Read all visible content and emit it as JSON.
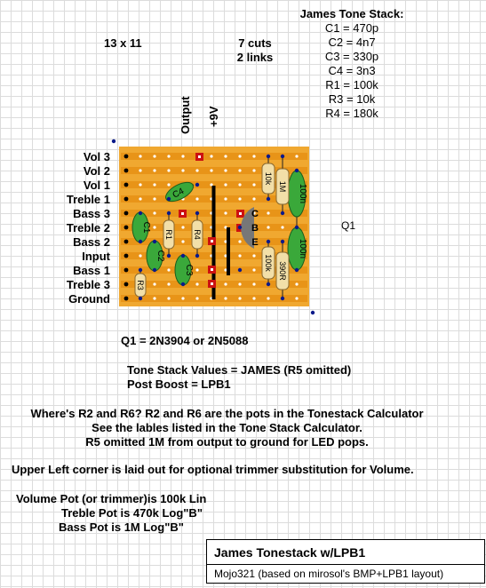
{
  "header": {
    "board_size": "13 x 11",
    "cuts": "7 cuts",
    "links": "2 links"
  },
  "specs": {
    "title": "James Tone Stack:",
    "rows": [
      "C1 =  470p",
      "C2 = 4n7",
      "C3 = 330p",
      "C4 = 3n3",
      "R1 = 100k",
      "R3 = 10k",
      "R4 = 180k"
    ]
  },
  "labels": {
    "output": "Output",
    "v9": "+9V",
    "q1_side": "Q1",
    "rows": [
      "Vol 3",
      "Vol 2",
      "Vol 1",
      "Treble 1",
      "Bass 3",
      "Treble 2",
      "Bass 2",
      "Input",
      "Bass 1",
      "Treble 3",
      "Ground"
    ]
  },
  "components": {
    "c1": "C1",
    "c2": "C2",
    "c3": "C3",
    "c4": "C4",
    "r1": "R1",
    "r3": "R3",
    "r4": "R4",
    "res_10k": "10k",
    "res_1m": "1M",
    "res_100k": "100k",
    "res_390r": "390R",
    "cap_100n_top": "100n",
    "cap_100n_bottom": "100n",
    "transistor_c": "C",
    "transistor_b": "B",
    "transistor_e": "E"
  },
  "notes": {
    "q1": "Q1 = 2N3904 or 2N5088",
    "tonestack": "Tone Stack Values = JAMES (R5 omitted)",
    "post_boost": "Post Boost = LPB1",
    "where_r2": "Where's R2 and R6? R2 and R6 are the pots in the Tonestack Calculator",
    "see_labels": "See the lables listed in the Tone Stack Calculator.",
    "r5": "R5 omitted 1M from output to ground for LED pops.",
    "upper_left": "Upper Left corner is laid out for optional trimmer substitution for Volume.",
    "vol_pot": "Volume Pot (or trimmer)is 100k Lin",
    "treble_pot": "Treble Pot is 470k Log\"B\"",
    "bass_pot": "Bass Pot is 1M Log\"B\""
  },
  "title_block": {
    "title": "James Tonestack w/LPB1",
    "credit": "Mojo321 (based on mirosol's BMP+LPB1 layout)"
  },
  "colors": {
    "board": "#f0a830",
    "strip": "#e89418",
    "capacitor": "#3aa83a",
    "resistor": "#f2dfa8",
    "cut": "#cc1111",
    "link": "#000000",
    "hole": "#ffffff",
    "pin": "#0a1a8a"
  }
}
